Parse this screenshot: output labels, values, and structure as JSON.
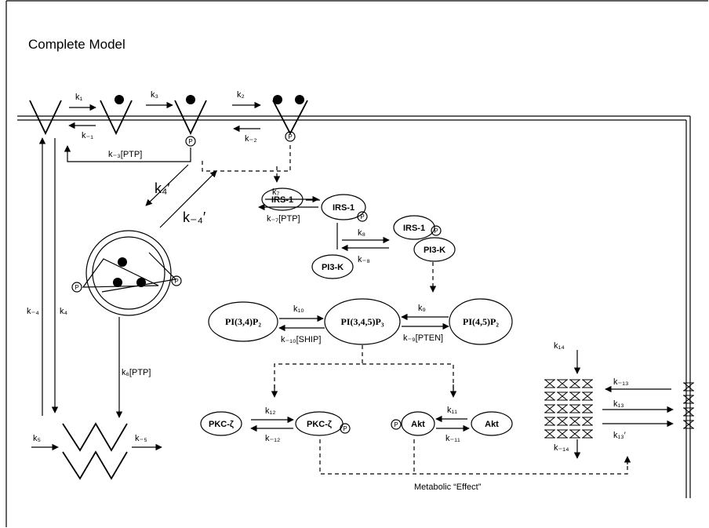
{
  "title": "Complete Model",
  "effect_label": "Metabolic “Effect”",
  "nodes": {
    "irs1": "IRS-1",
    "irs1_p": "IRS-1",
    "irs1_p_pi3k": "IRS-1",
    "pi3k_free": "PI3-K",
    "pi3k_bound": "PI3-K",
    "pi34p2": "PI(3,4)P₂",
    "pi345p3": "PI(3,4,5)P₃",
    "pi45p2": "PI(4,5)P₂",
    "pkc": "PKC-ζ",
    "pkc_p": "PKC-ζ",
    "akt_p": "Akt",
    "akt": "Akt"
  },
  "phospho_mark": "P",
  "rates": {
    "k1": "k₁",
    "k_1": "k₋₁",
    "k3": "k₃",
    "k2": "k₂",
    "k_2": "k₋₂",
    "k_3ptp": "k₋₃[PTP]",
    "k4p": "k₄′",
    "k_4p": "k₋₄′",
    "k4_left": "k₋₄",
    "k4_right": "k₄",
    "k6ptp": "k₆[PTP]",
    "k5_left": "k₅",
    "k5_right": "k₋₅",
    "k7": "k₇",
    "k_7ptp": "k₋₇[PTP]",
    "k8": "k₈",
    "k_8": "k₋₈",
    "k9": "k₉",
    "k_9pten": "k₋₉[PTEN]",
    "k10": "k₁₀",
    "k_10ship": "k₋₁₀[SHIP]",
    "k12": "k₁₂",
    "k_12": "k₋₁₂",
    "k11": "k₁₁",
    "k_11": "k₋₁₁",
    "k14": "k₁₄",
    "k_14": "k₋₁₄",
    "k_13": "k₋₁₃",
    "k13": "k₁₃",
    "k13p": "k₁₃′"
  }
}
